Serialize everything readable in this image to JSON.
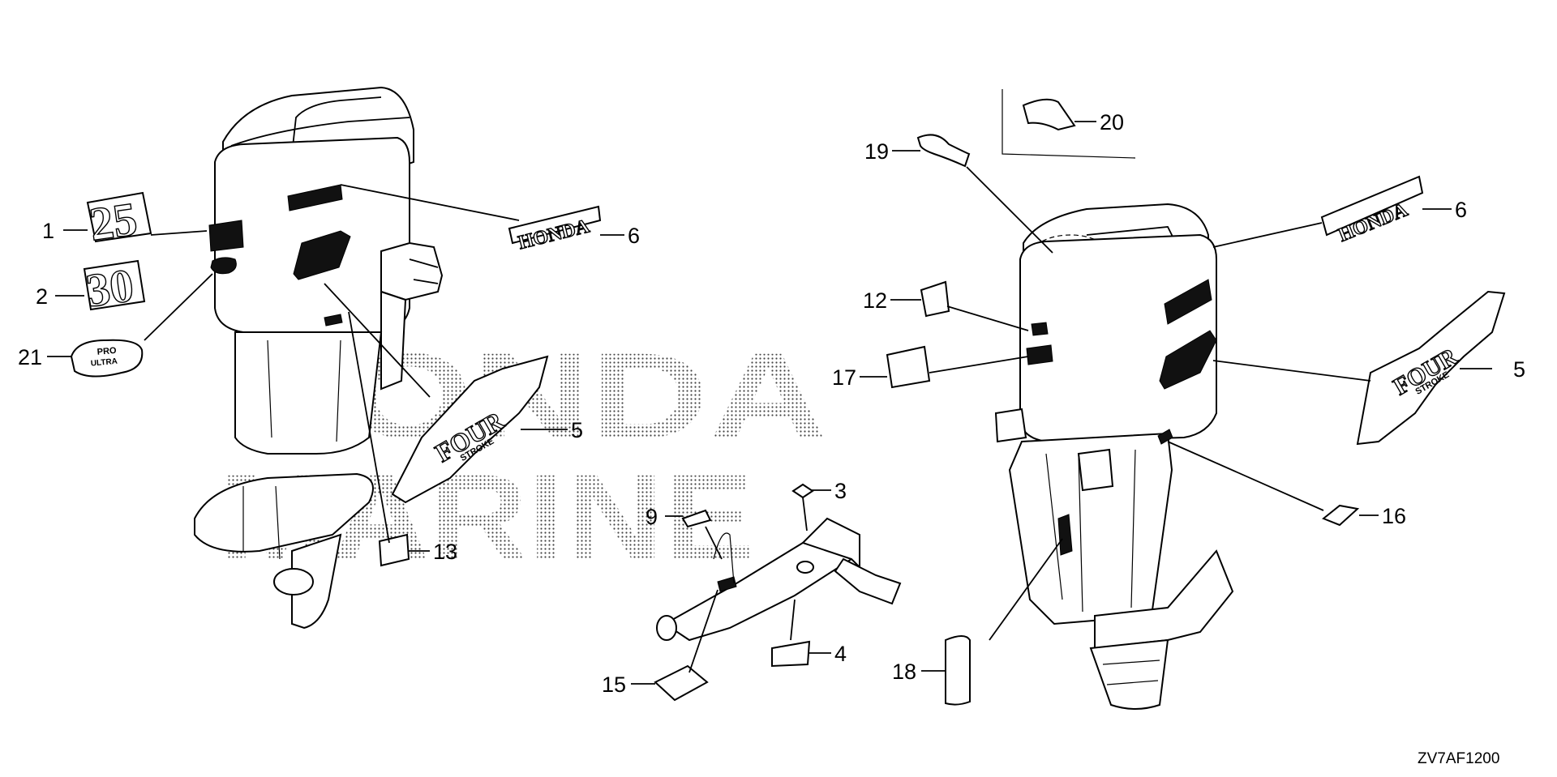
{
  "watermark": {
    "line1": "HONDA",
    "line2": "MARINE"
  },
  "decals": {
    "honda": "HONDA",
    "four": "FOUR",
    "stroke": "STROKE",
    "num25": "25",
    "num30": "30",
    "pro": "PRO",
    "ultra": "ULTRA"
  },
  "callouts": {
    "c1": "1",
    "c2": "2",
    "c21": "21",
    "c6a": "6",
    "c5a": "5",
    "c13": "13",
    "c9": "9",
    "c3": "3",
    "c4": "4",
    "c15": "15",
    "c19": "19",
    "c20": "20",
    "c12": "12",
    "c17": "17",
    "c6b": "6",
    "c5b": "5",
    "c16": "16",
    "c18": "18"
  },
  "diagram_code": "ZV7AF1200"
}
